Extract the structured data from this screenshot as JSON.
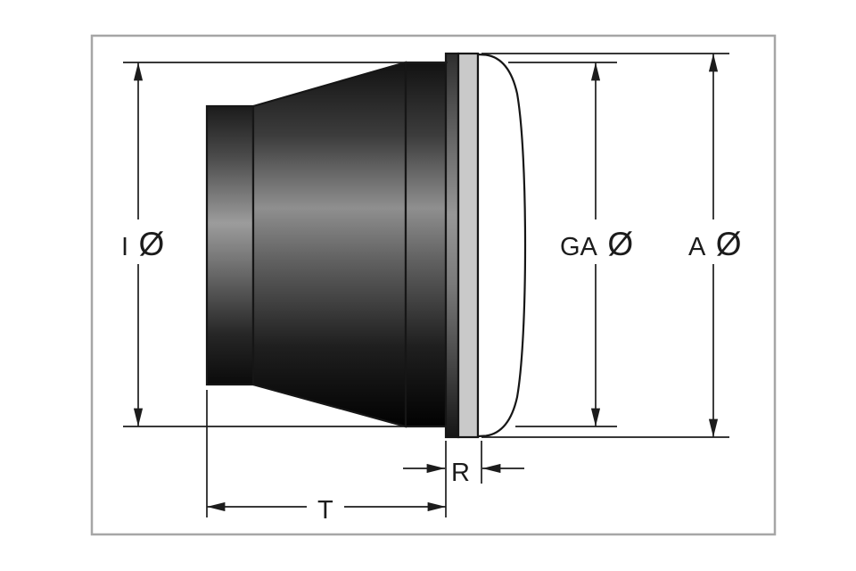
{
  "drawing": {
    "labels": {
      "inner_diameter_prefix": "I",
      "glass_diameter_prefix": "GA",
      "outer_diameter_prefix": "A",
      "diameter_symbol": "Ø",
      "depth": "T",
      "rim_width": "R"
    },
    "colors": {
      "frame": "#a6a6a6",
      "line": "#1c1c1c",
      "rim_band": "#c9c9c9",
      "lens": "#ffffff"
    }
  }
}
